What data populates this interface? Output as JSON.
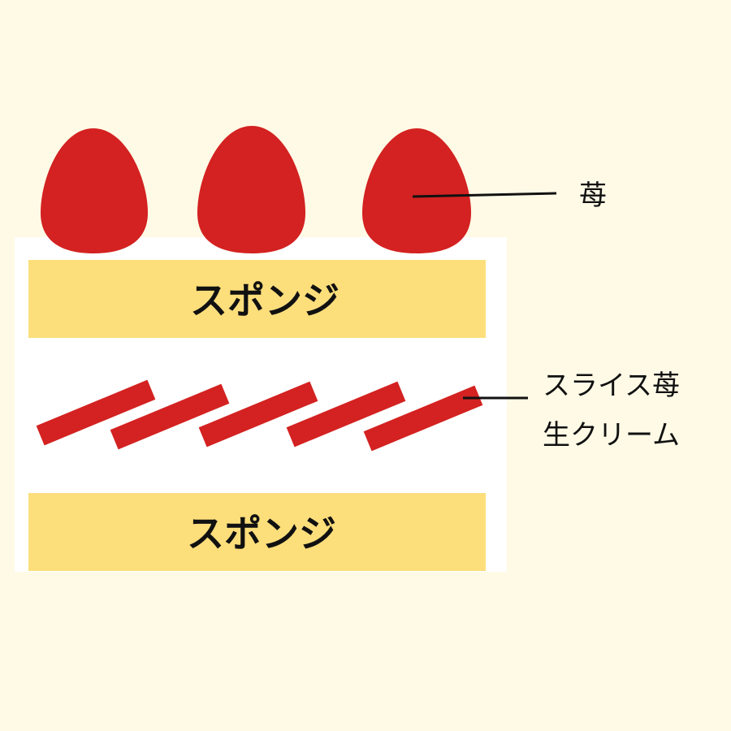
{
  "colors": {
    "background": "#FEFAE6",
    "cream": "#FFFFFF",
    "sponge": "#FCDE7B",
    "strawberry": "#D32221",
    "line": "#111111",
    "text": "#111111"
  },
  "layers": {
    "sponge_top": "スポンジ",
    "sponge_bottom": "スポンジ"
  },
  "callouts": {
    "strawberry": "苺",
    "sliced_strawberry": "スライス苺",
    "whipped_cream": "生クリーム"
  }
}
